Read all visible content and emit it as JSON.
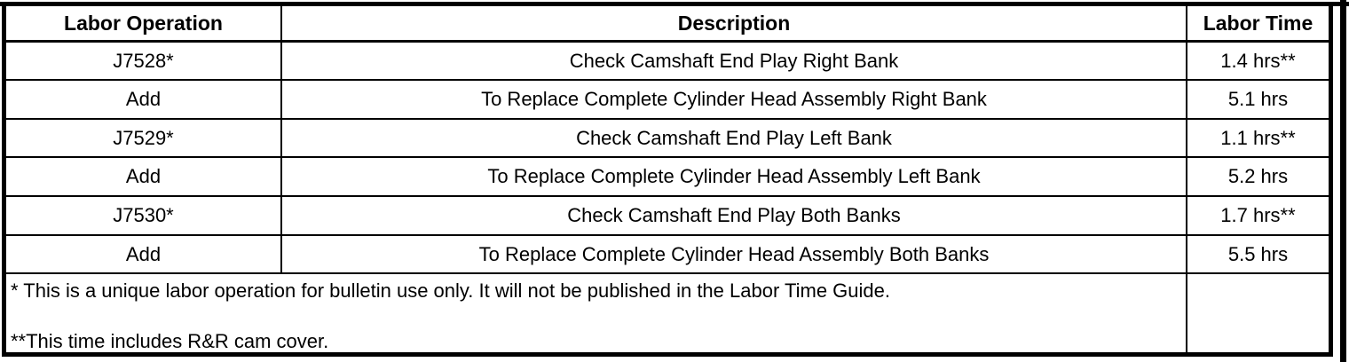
{
  "table": {
    "columns": [
      "Labor Operation",
      "Description",
      "Labor Time"
    ],
    "rows": [
      {
        "op": "J7528*",
        "desc": "Check Camshaft End Play Right Bank",
        "time": "1.4 hrs**"
      },
      {
        "op": "Add",
        "desc": "To Replace Complete Cylinder Head Assembly Right Bank",
        "time": "5.1 hrs"
      },
      {
        "op": "J7529*",
        "desc": "Check Camshaft End Play Left Bank",
        "time": "1.1 hrs**"
      },
      {
        "op": "Add",
        "desc": "To Replace Complete Cylinder Head Assembly Left Bank",
        "time": "5.2 hrs"
      },
      {
        "op": "J7530*",
        "desc": "Check Camshaft End Play Both Banks",
        "time": "1.7 hrs**"
      },
      {
        "op": "Add",
        "desc": "To Replace Complete Cylinder Head Assembly Both Banks",
        "time": "5.5 hrs"
      }
    ],
    "footnotes": [
      "* This is a unique labor operation for bulletin use only. It will not be published in the Labor Time Guide.",
      "**This time includes R&R cam cover."
    ]
  },
  "colors": {
    "border": "#000000",
    "background": "#ffffff",
    "text": "#000000"
  }
}
